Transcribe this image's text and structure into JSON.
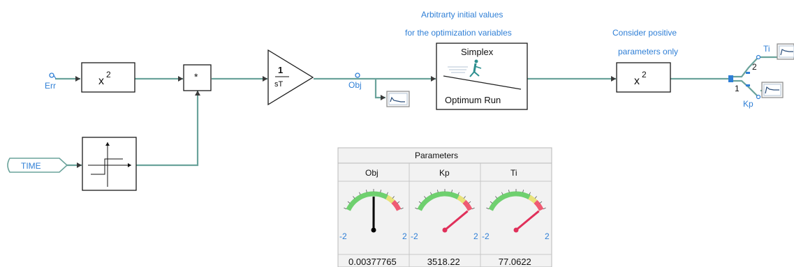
{
  "blocks": {
    "err_label": "Err",
    "time_label": "TIME",
    "square_label": "x",
    "square_exp": "2",
    "multiply_label": "*",
    "integrator_num": "1",
    "integrator_den": "sT",
    "obj_label": "Obj",
    "optimizer_title": "Simplex",
    "optimizer_sub": "Optimum Run",
    "square2_label": "x",
    "square2_exp": "2",
    "kp_label": "Kp",
    "ti_label": "Ti",
    "output1": "1",
    "output2": "2"
  },
  "annotations": {
    "initial_values_line1": "Arbitrarty initial values",
    "initial_values_line2": "for the optimization variables",
    "positive_line1": "Consider positive",
    "positive_line2": "parameters only"
  },
  "parameters_panel": {
    "title": "Parameters",
    "gauges": [
      {
        "name": "Obj",
        "min": "-2",
        "max": "2",
        "value": "0.00377765",
        "level": 0.5009,
        "needle": "#000000"
      },
      {
        "name": "Kp",
        "min": "-2",
        "max": "2",
        "value": "3518.22",
        "level": 1.0,
        "needle": "#e0305a"
      },
      {
        "name": "Ti",
        "min": "-2",
        "max": "2",
        "value": "77.0622",
        "level": 1.0,
        "needle": "#e0305a"
      }
    ]
  }
}
